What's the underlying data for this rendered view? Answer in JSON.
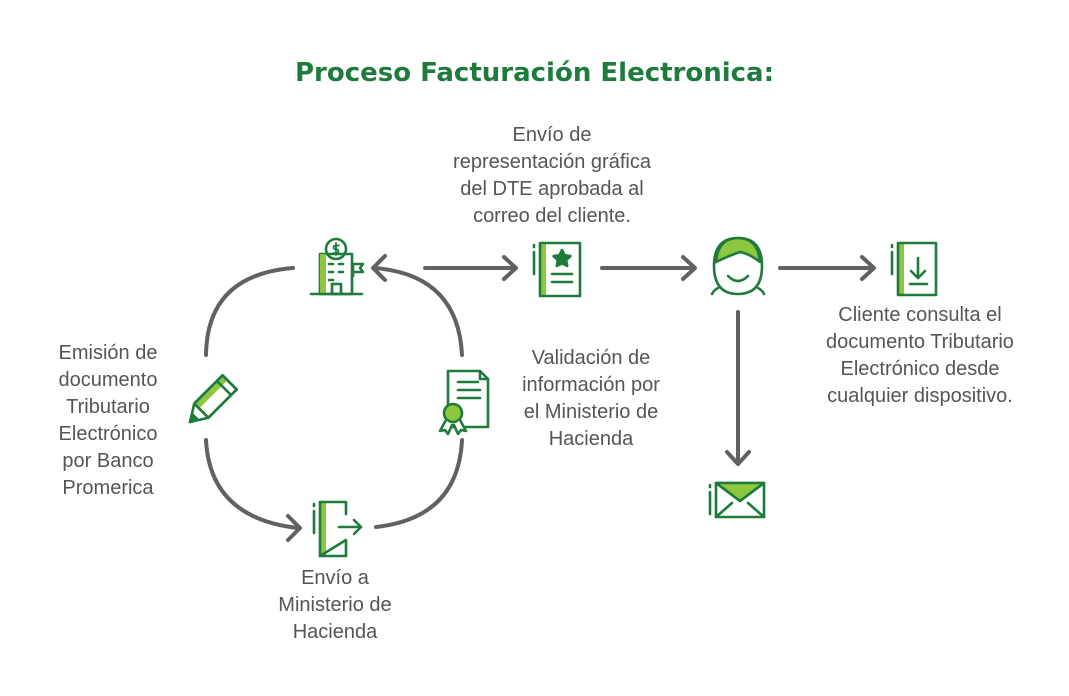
{
  "title": "Proceso Facturación Electronica:",
  "colors": {
    "green_dark": "#1e7b3c",
    "green_light": "#8dc63f",
    "arrow_gray": "#616161",
    "text_gray": "#555555"
  },
  "steps": {
    "emision": "Emisión de\ndocumento\nTributario\nElectrónico\npor Banco\nPromerica",
    "envio_ministerio": "Envío a\nMinisterio de\nHacienda",
    "validacion": "Validación de\ninformación por\nel Ministerio de\nHacienda",
    "envio_representacion": "Envío de\nrepresentación gráfica\ndel DTE aprobada al\ncorreo del cliente.",
    "cliente_consulta": "Cliente consulta el\ndocumento Tributario\nElectrónico desde\ncualquier dispositivo."
  },
  "icons": {
    "bank": "bank-building-icon",
    "pencil": "pencil-icon",
    "document_exit": "document-send-icon",
    "certificate": "certificate-document-icon",
    "star_document": "star-document-icon",
    "client": "client-face-icon",
    "download_document": "download-document-icon",
    "mail": "mail-envelope-icon"
  }
}
